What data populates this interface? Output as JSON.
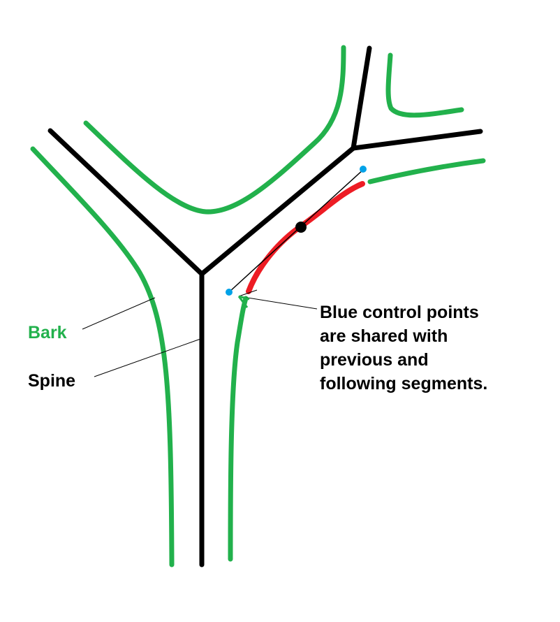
{
  "diagram": {
    "labels": {
      "bark": "Bark",
      "spine": "Spine"
    },
    "note_lines": [
      "Blue control points",
      "are shared with",
      "previous and",
      "following segments."
    ],
    "colors": {
      "bark": "#22b14c",
      "spine": "#000000",
      "segment": "#ed1c24",
      "control_point": "#00a2e8",
      "background": "#ffffff"
    },
    "legend": [
      {
        "name": "Bark",
        "color": "#22b14c"
      },
      {
        "name": "Spine",
        "color": "#000000"
      }
    ]
  }
}
